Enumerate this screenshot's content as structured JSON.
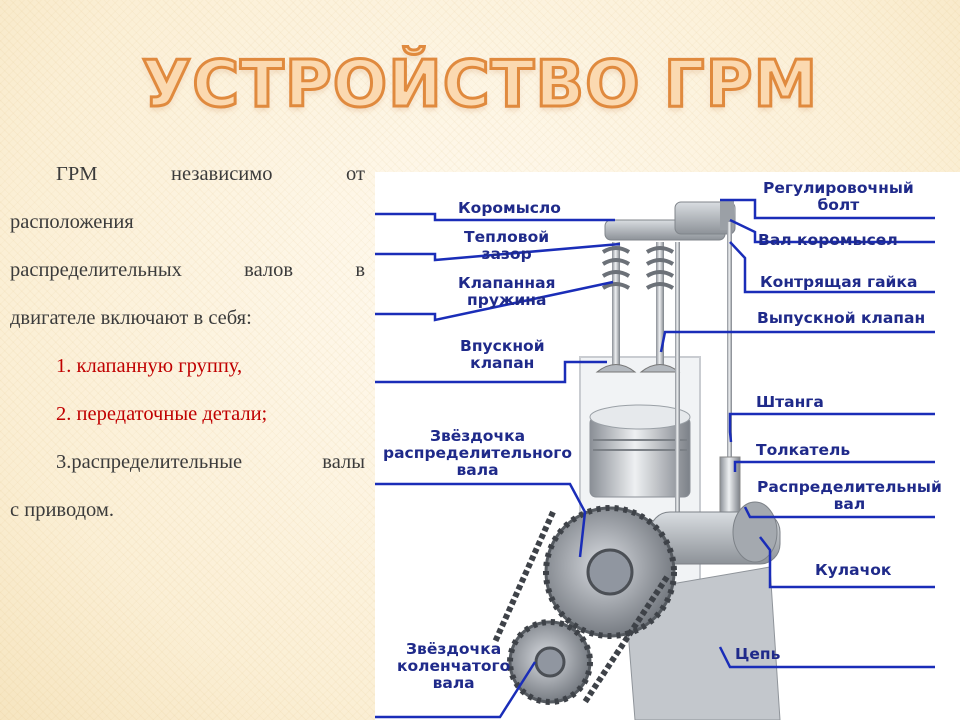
{
  "slide": {
    "title": "УСТРОЙСТВО ГРМ",
    "intro": {
      "line1": "ГРМ независимо от",
      "line2": "расположения",
      "line3": "распределительных валов в",
      "line4": "двигателе включают в себя:"
    },
    "list": [
      {
        "text": "1. клапанную группу,"
      },
      {
        "text": "2. передаточные детали;"
      },
      {
        "text_line1": "3.распределительные валы",
        "text_line2": "с приводом."
      }
    ]
  },
  "diagram": {
    "labels": {
      "rocker_arm": "Коромысло",
      "thermal_gap_1": "Тепловой",
      "thermal_gap_2": "зазор",
      "valve_spring_1": "Клапанная",
      "valve_spring_2": "пружина",
      "intake_valve_1": "Впускной",
      "intake_valve_2": "клапан",
      "cam_sprocket_1": "Звёздочка",
      "cam_sprocket_2": "распределительного",
      "cam_sprocket_3": "вала",
      "crank_sprocket_1": "Звёздочка",
      "crank_sprocket_2": "коленчатого",
      "crank_sprocket_3": "вала",
      "adjusting_bolt_1": "Регулировочный",
      "adjusting_bolt_2": "болт",
      "rocker_shaft": "Вал коромысел",
      "lock_nut": "Контрящая гайка",
      "exhaust_valve": "Выпускной клапан",
      "pushrod": "Штанга",
      "tappet": "Толкатель",
      "camshaft_1": "Распределительный",
      "camshaft_2": "вал",
      "cam": "Кулачок",
      "chain": "Цепь"
    },
    "label_color": "#1f2a8a",
    "line_color": "#1a2db8"
  }
}
